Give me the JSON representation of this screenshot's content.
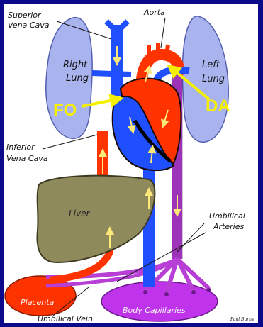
{
  "labels": {
    "superior_vena_cava_line1": "Superior",
    "superior_vena_cava_line2": "Vena Cava",
    "aorta": "Aorta",
    "right_lung_line1": "Right",
    "right_lung_line2": "Lung",
    "left_lung_line1": "Left",
    "left_lung_line2": "Lung",
    "fo": "FO",
    "da": "DA",
    "inferior_vena_cava_line1": "Inferior",
    "inferior_vena_cava_line2": "Vena Cava",
    "liver": "Liver",
    "umbilical_arteries_line1": "Umbilical",
    "umbilical_arteries_line2": "Arteries",
    "placenta": "Placenta",
    "body_capillaries": "Body Capillaries",
    "umbilical_vein": "Umbilical Vein",
    "credit": "Paul Burns"
  },
  "colors": {
    "background_border": "#0a0a8a",
    "lung": "#a9b3ee",
    "oxygenated_vessel": "#ff3300",
    "deoxygenated_vessel": "#1f4fff",
    "mixed_vessel": "#b73fd6",
    "liver": "#8f8a5c",
    "placenta": "#ff3300",
    "body_capillaries": "#bf33ea",
    "callout_yellow": "#f4f000"
  },
  "icons": [
    "flow-arrow-icon",
    "callout-arrow-icon"
  ]
}
